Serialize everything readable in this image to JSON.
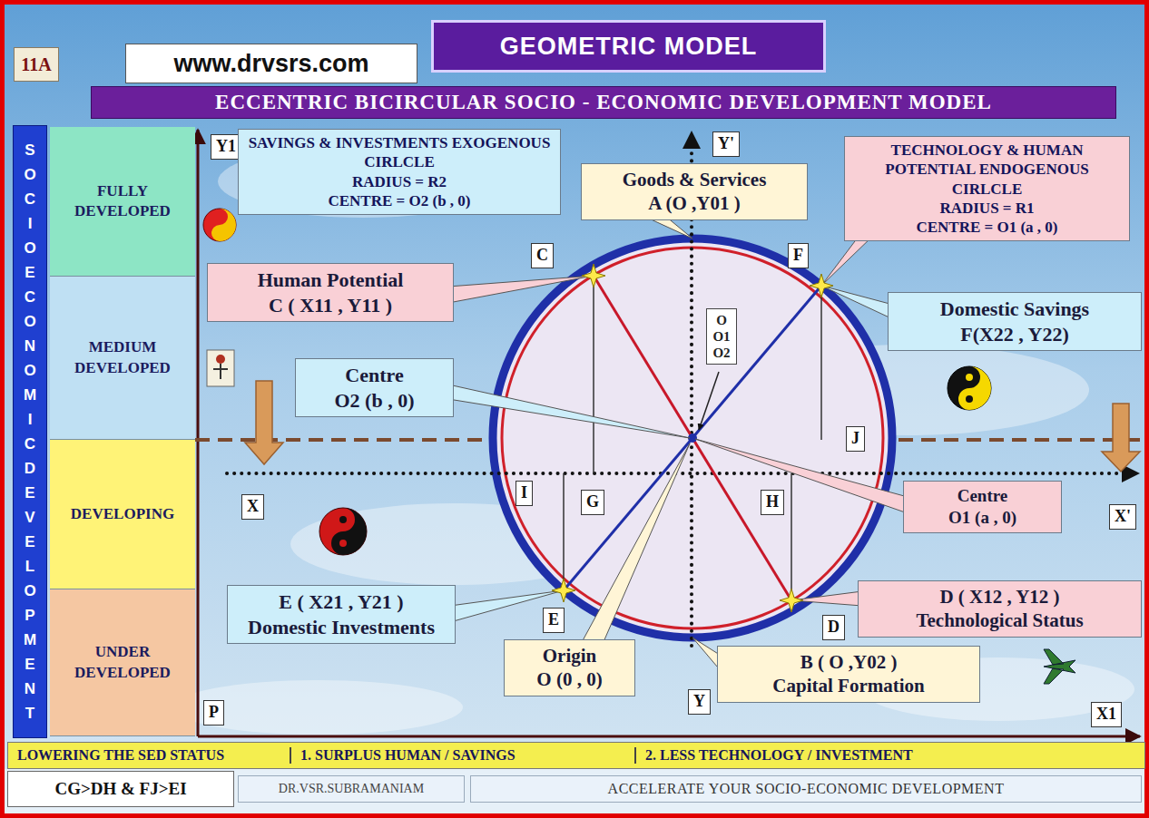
{
  "diagram": {
    "title": "GEOMETRIC MODEL",
    "nodes": [
      {
        "text": [
          "11A"
        ]
      },
      {
        "text": [
          "www.drvsrs.com"
        ]
      },
      {
        "text": [
          "ECCENTRIC BICIRCULAR SOCIO - ECONOMIC DEVELOPMENT MODEL"
        ]
      },
      {
        "text": [
          "SOCIO ECONOMIC DEVELOPMENT"
        ]
      },
      {
        "text": [
          "FULLY DEVELOPED"
        ]
      },
      {
        "text": [
          "Y1"
        ]
      },
      {
        "text": [
          "SAVINGS & INVESTMENTS EXOGENOUS CIRLCLE",
          "RADIUS = R2",
          "CENTRE = O2 (b , 0)"
        ]
      },
      {
        "text": [
          "Y'"
        ]
      },
      {
        "text": [
          "Goods & Services",
          "A (O ,Y01 )"
        ]
      },
      {
        "text": [
          "TECHNOLOGY & HUMAN POTENTIAL ENDOGENOUS CIRLCLE",
          "RADIUS = R1",
          "CENTRE = O1 (a , 0)"
        ]
      },
      {
        "text": [
          "C"
        ]
      },
      {
        "text": [
          "F"
        ]
      },
      {
        "text": [
          "Human Potential",
          "C ( X11 , Y11 )"
        ]
      },
      {
        "text": [
          "Domestic Savings",
          "F(X22 , Y22)"
        ]
      },
      {
        "text": [
          "MEDIUM DEVELOPED"
        ]
      },
      {
        "text": [
          "O O1 O2"
        ]
      },
      {
        "text": [
          "Centre",
          "O2 (b , 0)"
        ]
      },
      {
        "text": [
          "J"
        ]
      },
      {
        "text": [
          "DEVELOPING"
        ]
      },
      {
        "text": [
          "X"
        ]
      },
      {
        "text": [
          "I"
        ]
      },
      {
        "text": [
          "G"
        ]
      },
      {
        "text": [
          "H"
        ]
      },
      {
        "text": [
          "Centre",
          "O1 (a , 0)"
        ]
      },
      {
        "text": [
          "X'"
        ]
      },
      {
        "text": [
          "E"
        ]
      },
      {
        "text": [
          "E ( X21 , Y21 )",
          "Domestic Investments"
        ]
      },
      {
        "text": [
          "D"
        ]
      },
      {
        "text": [
          "D ( X12 , Y12 )",
          "Technological Status"
        ]
      },
      {
        "text": [
          "UNDER DEVELOPED"
        ]
      },
      {
        "text": [
          "Origin",
          "O (0 , 0)"
        ]
      },
      {
        "text": [
          "Y"
        ]
      },
      {
        "text": [
          "B ( O ,Y02 )",
          "Capital Formation"
        ]
      },
      {
        "text": [
          "P"
        ]
      },
      {
        "text": [
          "X1"
        ]
      },
      {
        "text": [
          "LOWERING THE SED STATUS",
          "1. SURPLUS HUMAN / SAVINGS",
          "2. LESS TECHNOLOGY / INVESTMENT"
        ]
      },
      {
        "text": [
          "CG>DH & FJ>EI"
        ]
      },
      {
        "text": [
          "DR.VSR.SUBRAMANIAM"
        ]
      },
      {
        "text": [
          "ACCELERATE YOUR SOCIO-ECONOMIC DEVELOPMENT"
        ]
      }
    ]
  }
}
